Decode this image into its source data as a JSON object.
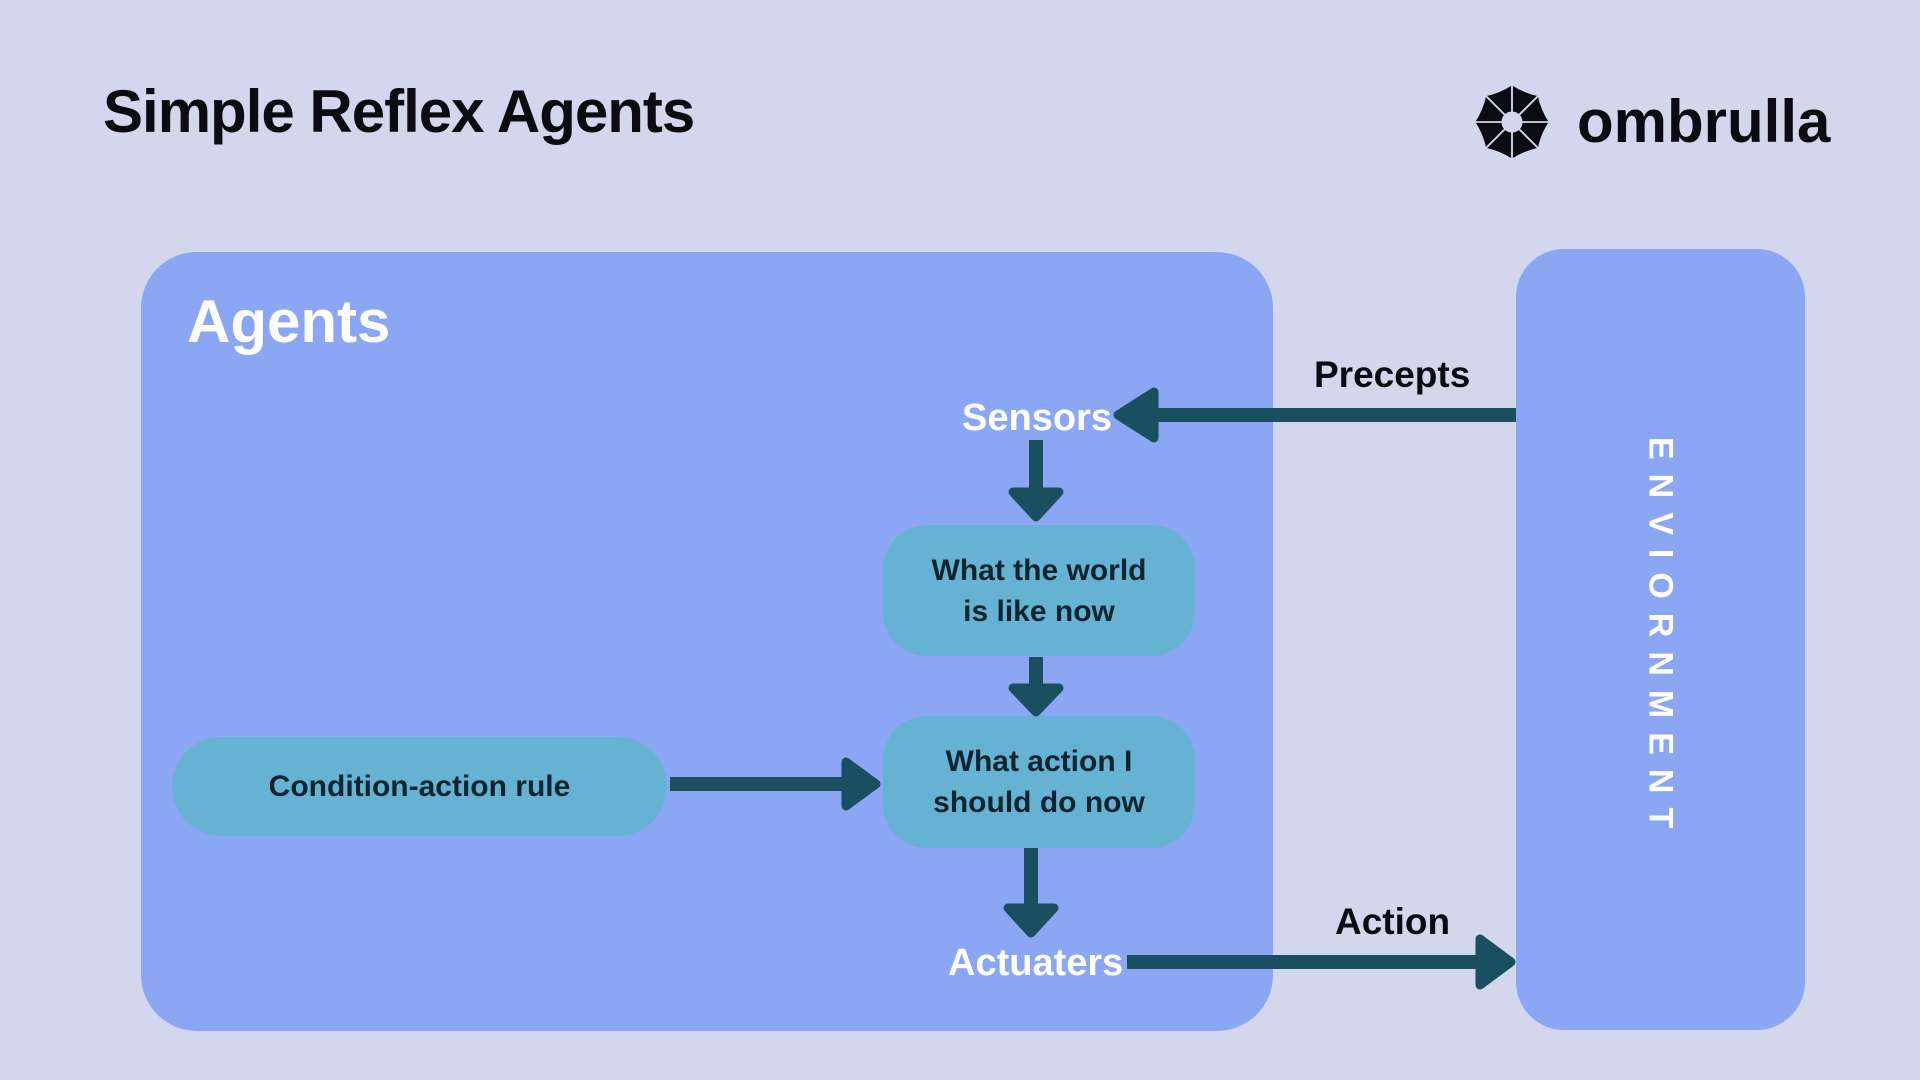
{
  "header": {
    "title": "Simple Reflex Agents",
    "brand": "ombrulla"
  },
  "diagram": {
    "agents_label": "Agents",
    "environment_label": "ENVIORNMENT",
    "sensors_label": "Sensors",
    "actuaters_label": "Actuaters",
    "precepts_label": "Precepts",
    "action_label": "Action",
    "world_node": {
      "line1": "What the world",
      "line2": "is like now"
    },
    "action_node": {
      "line1": "What action I",
      "line2": "should do now"
    },
    "condition_label": "Condition-action rule"
  },
  "icons": {
    "brand_icon": "umbrella-icon"
  },
  "colors": {
    "bg": "#d3d7ee",
    "ink": "#0b0b12",
    "panel_blue": "#8ba6f3",
    "node_teal": "#66b2d2",
    "node_ink": "#0e2531",
    "arrow": "#1a4f5f",
    "white": "#ffffff"
  }
}
